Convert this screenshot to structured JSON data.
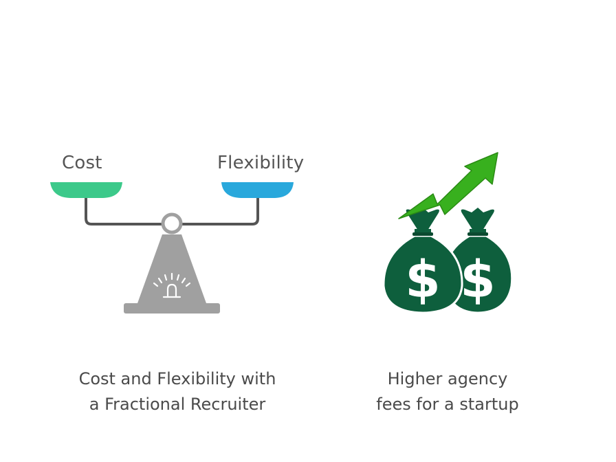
{
  "scale": {
    "left_label": "Cost",
    "right_label": "Flexibility",
    "left_pan_color": "#3cc98a",
    "right_pan_color": "#29a8dc",
    "body_color": "#a0a0a0",
    "caption_line1": "Cost and Flexibility with",
    "caption_line2": "a Fractional Recruiter"
  },
  "money": {
    "bag_color": "#0e5f3d",
    "arrow_color": "#38b01e",
    "symbol": "$",
    "caption_line1": "Higher agency",
    "caption_line2": "fees for a startup"
  }
}
